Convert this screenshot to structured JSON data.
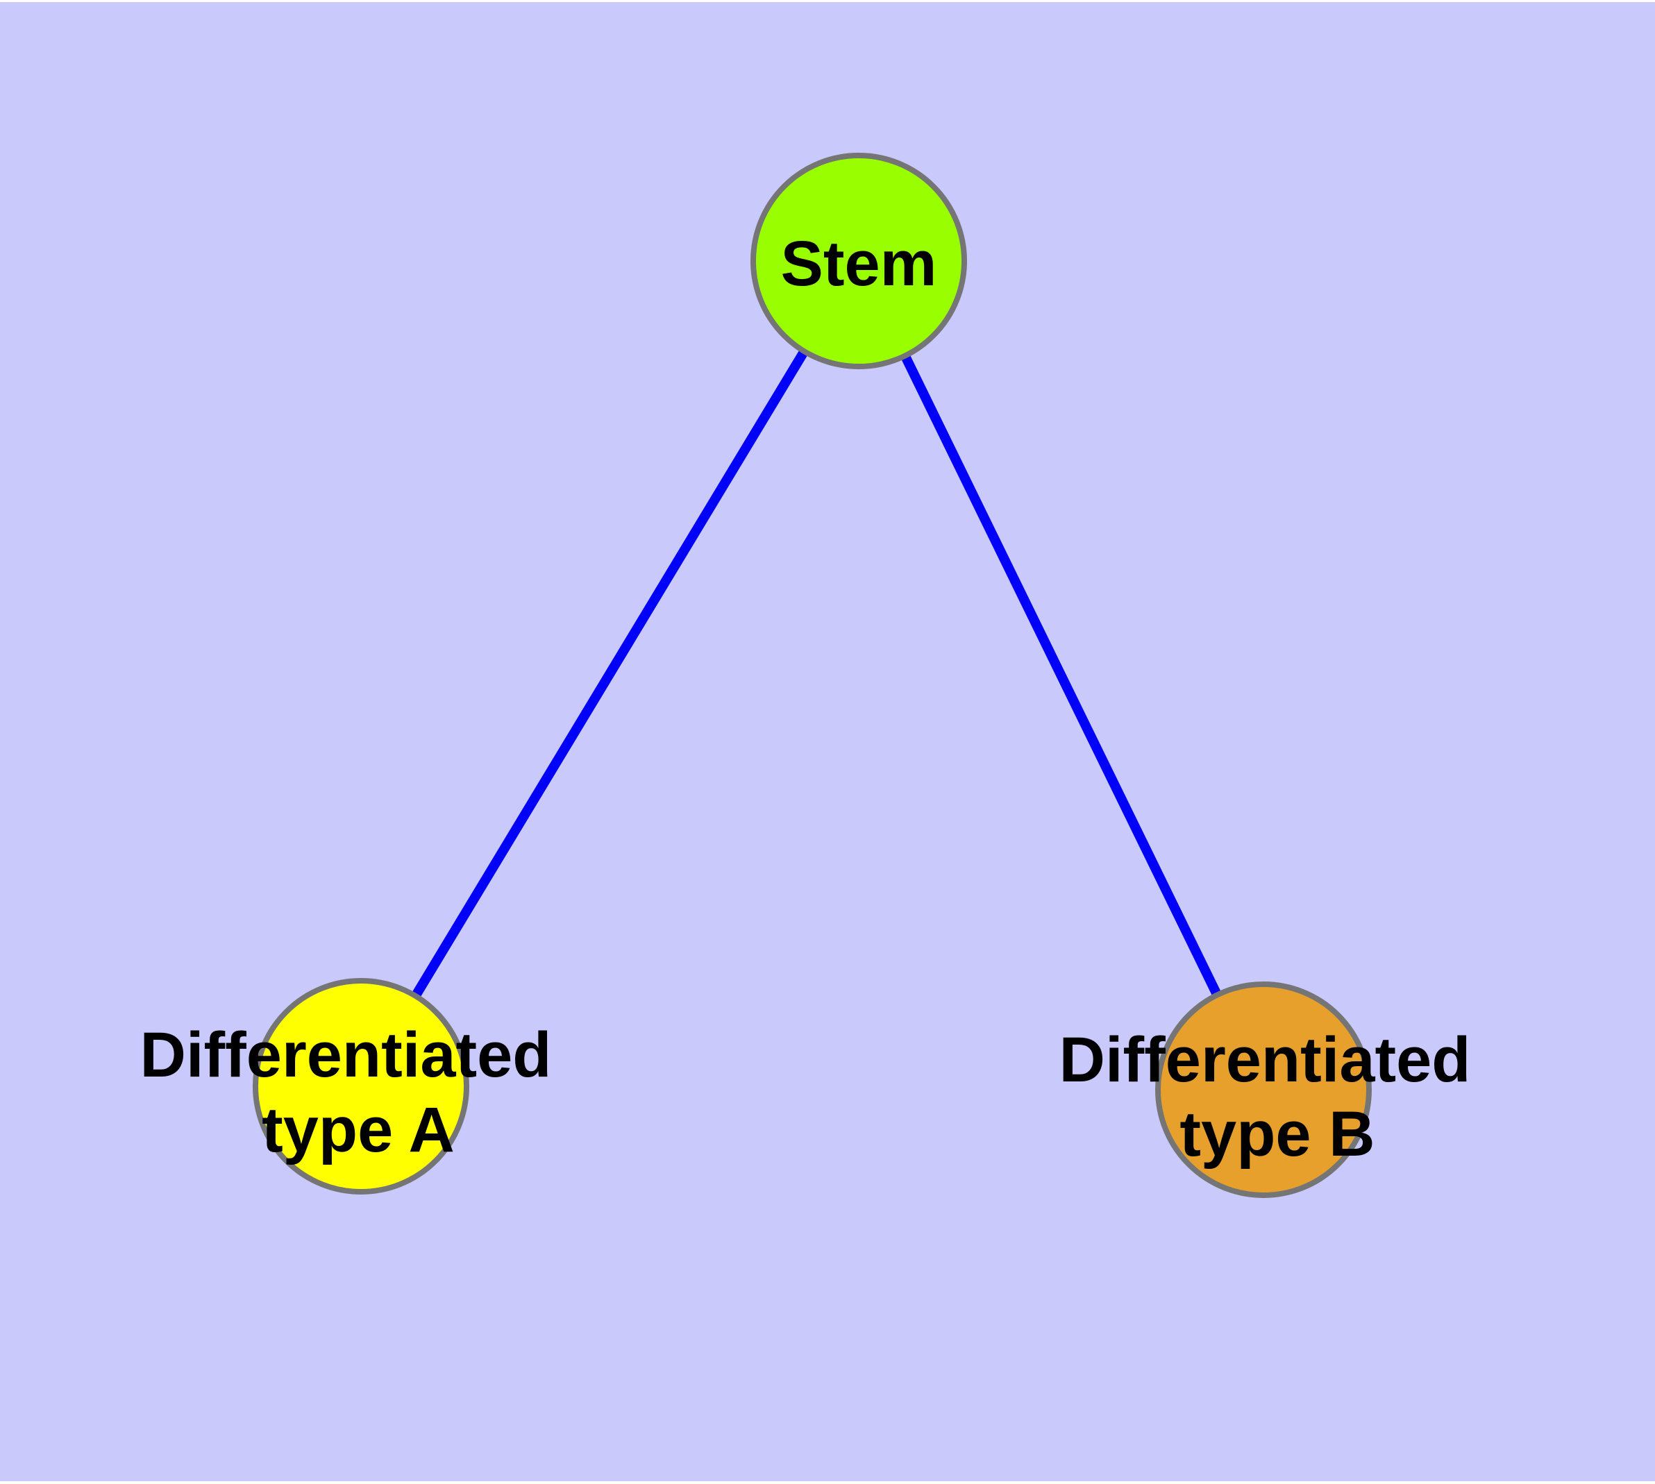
{
  "diagram": {
    "background_color": "#C9C9FB",
    "frame_color": "#FFFFFF",
    "edge_color": "#0202F8",
    "node_border_color": "#757575",
    "label_color": "#000000",
    "nodes": {
      "stem": {
        "label": "Stem",
        "fill": "#99FF00"
      },
      "type_a": {
        "label": "Differentiated type A",
        "label_line1": "Differentiated",
        "label_line2": "type A",
        "fill": "#FFFF00"
      },
      "type_b": {
        "label": "Differentiated type B",
        "label_line1": "Differentiated",
        "label_line2": "type B",
        "fill": "#E8A02C"
      }
    },
    "edges": [
      {
        "from": "Stem",
        "to": "Differentiated type A"
      },
      {
        "from": "Stem",
        "to": "Differentiated type B"
      }
    ]
  }
}
